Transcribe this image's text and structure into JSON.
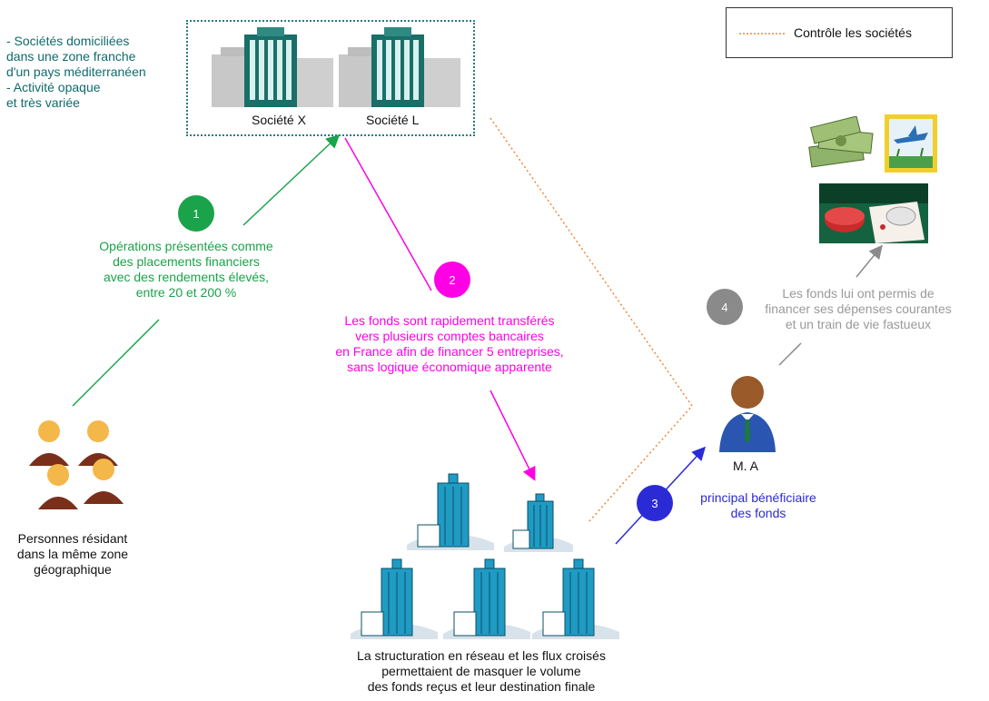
{
  "legend": {
    "label": "Contrôle les sociétés",
    "line_color": "#f0883a"
  },
  "companies_note": {
    "lines": [
      "- Sociétés domiciliées",
      "dans une zone franche",
      "d'un pays méditerranéen",
      "- Activité opaque",
      "et très variée"
    ]
  },
  "companies": [
    {
      "label": "Société X"
    },
    {
      "label": "Société L"
    }
  ],
  "steps": [
    {
      "number": "1",
      "color": "#1aa34a",
      "lines": [
        "Opérations présentées comme",
        "des placements financiers",
        "avec des rendements élevés,",
        "entre 20 et 200 %"
      ]
    },
    {
      "number": "2",
      "color": "#ff00e6",
      "lines": [
        "Les fonds sont rapidement transférés",
        "vers plusieurs comptes bancaires",
        "en France afin de financer 5 entreprises,",
        "sans logique économique apparente"
      ]
    },
    {
      "number": "3",
      "color": "#2b2bd6",
      "lines": [
        "principal bénéficiaire",
        "des fonds"
      ]
    },
    {
      "number": "4",
      "color": "#8a8a8a",
      "lines": [
        "Les fonds lui ont permis de",
        "financer ses dépenses courantes",
        "et un train de vie fastueux"
      ]
    }
  ],
  "investors": {
    "lines": [
      "Personnes résidant",
      "dans la même zone",
      "géographique"
    ]
  },
  "beneficiary": {
    "label": "M. A"
  },
  "network": {
    "lines": [
      "La structuration en réseau et les flux croisés",
      "permettaient de masquer le volume",
      "des fonds reçus et leur destination finale"
    ]
  }
}
